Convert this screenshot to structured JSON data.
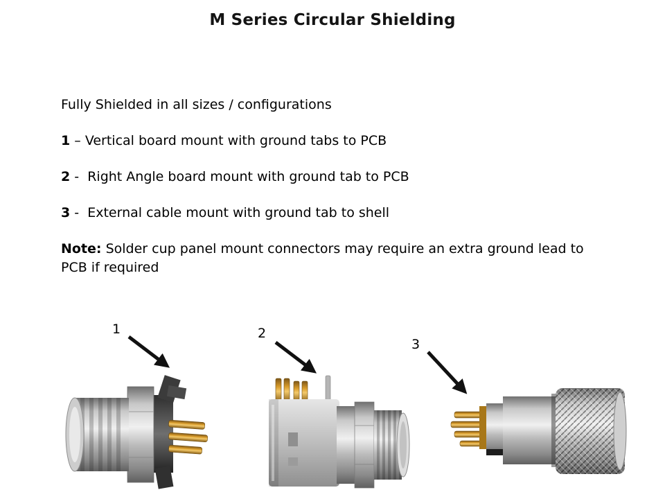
{
  "title": "M Series Circular Shielding",
  "body": {
    "intro": "Fully Shielded in all sizes / configurations",
    "items": [
      {
        "num": "1",
        "rest": " – Vertical board mount with ground tabs to PCB"
      },
      {
        "num": "2",
        "rest": " -  Right Angle board mount with ground tab to PCB"
      },
      {
        "num": "3",
        "rest": " -  External cable mount with ground tab to shell"
      }
    ],
    "note_label": "Note:",
    "note_rest": " Solder cup panel mount connectors may require an extra ground lead to PCB if required"
  },
  "figures": [
    {
      "label": "1",
      "description": "vertical-board-mount-connector"
    },
    {
      "label": "2",
      "description": "right-angle-board-mount-connector"
    },
    {
      "label": "3",
      "description": "external-cable-mount-connector"
    }
  ],
  "colors": {
    "text": "#000000",
    "arrow": "#111111",
    "metal_light": "#f0f0f0",
    "metal_dark": "#606060",
    "gold": "#d99c2b"
  }
}
